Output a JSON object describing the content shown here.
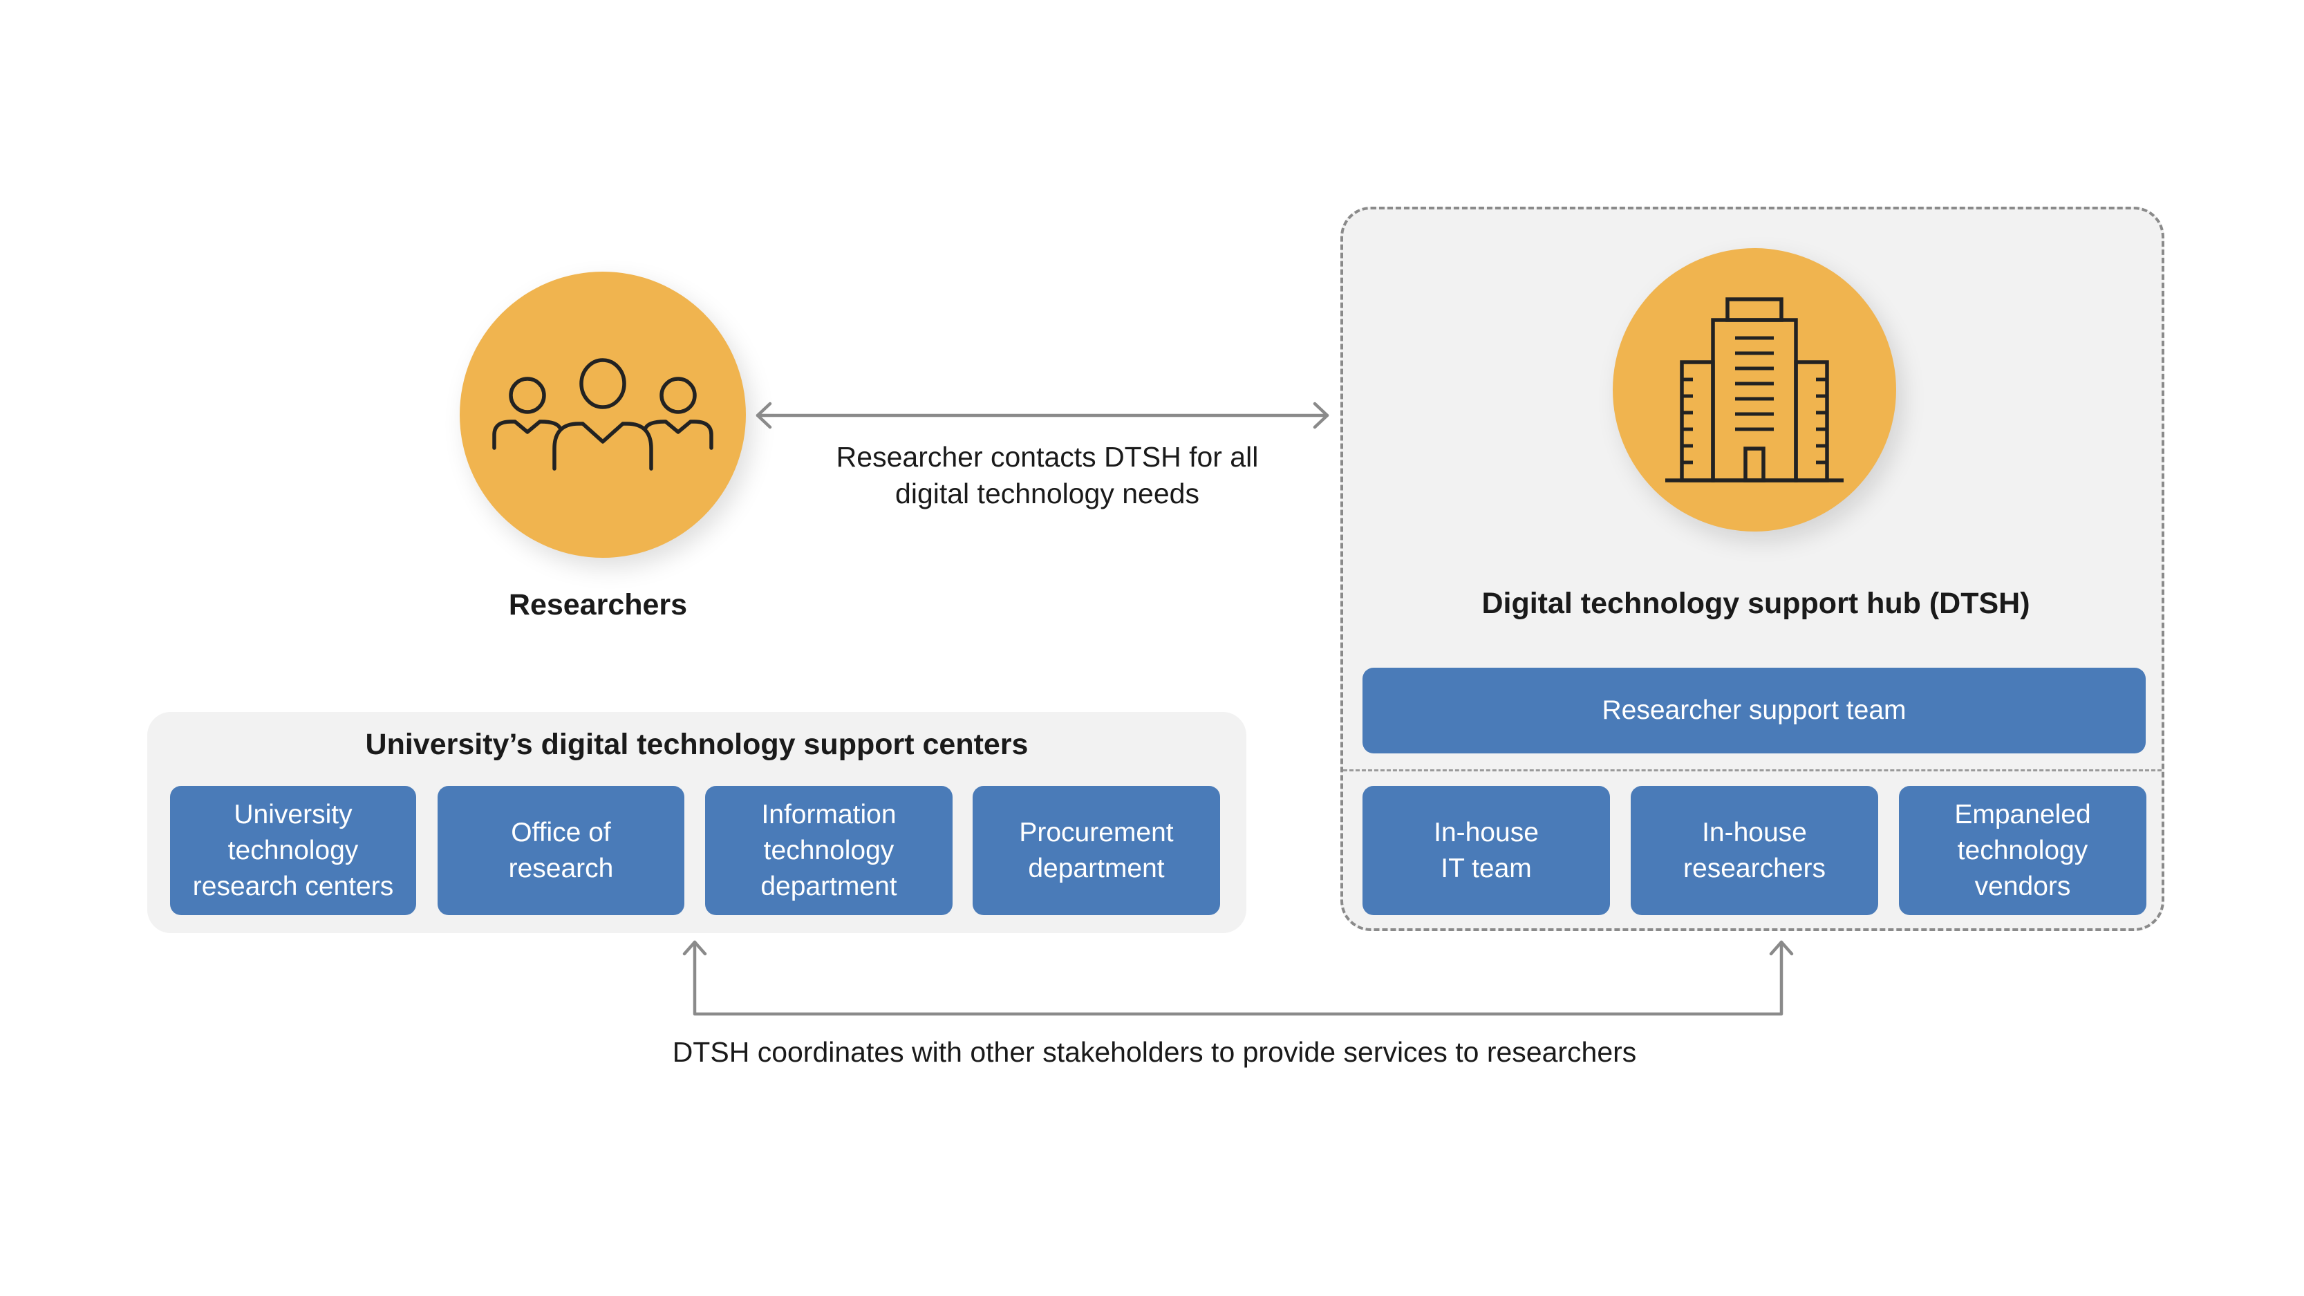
{
  "nodes": {
    "researchers": {
      "title": "Researchers",
      "icon": "people-group-icon"
    },
    "dtsh": {
      "title": "Digital technology support hub (DTSH)",
      "icon": "office-building-icon",
      "support_team": "Researcher support team",
      "members": [
        "In-house\nIT team",
        "In-house\nresearchers",
        "Empaneled\ntechnology\nvendors"
      ]
    },
    "university": {
      "title": "University’s digital technology support centers",
      "members": [
        "University\ntechnology\nresearch centers",
        "Office of\nresearch",
        "Information\ntechnology\ndepartment",
        "Procurement\ndepartment"
      ]
    }
  },
  "edges": {
    "researchers_dtsh": "Researcher contacts DTSH for all\ndigital technology needs",
    "dtsh_university": "DTSH coordinates with other stakeholders to provide services to researchers"
  },
  "colors": {
    "circle": "#F0B44F",
    "box": "#4A7BB8",
    "panel": "#F2F2F2",
    "connector": "#8A8A8A"
  }
}
